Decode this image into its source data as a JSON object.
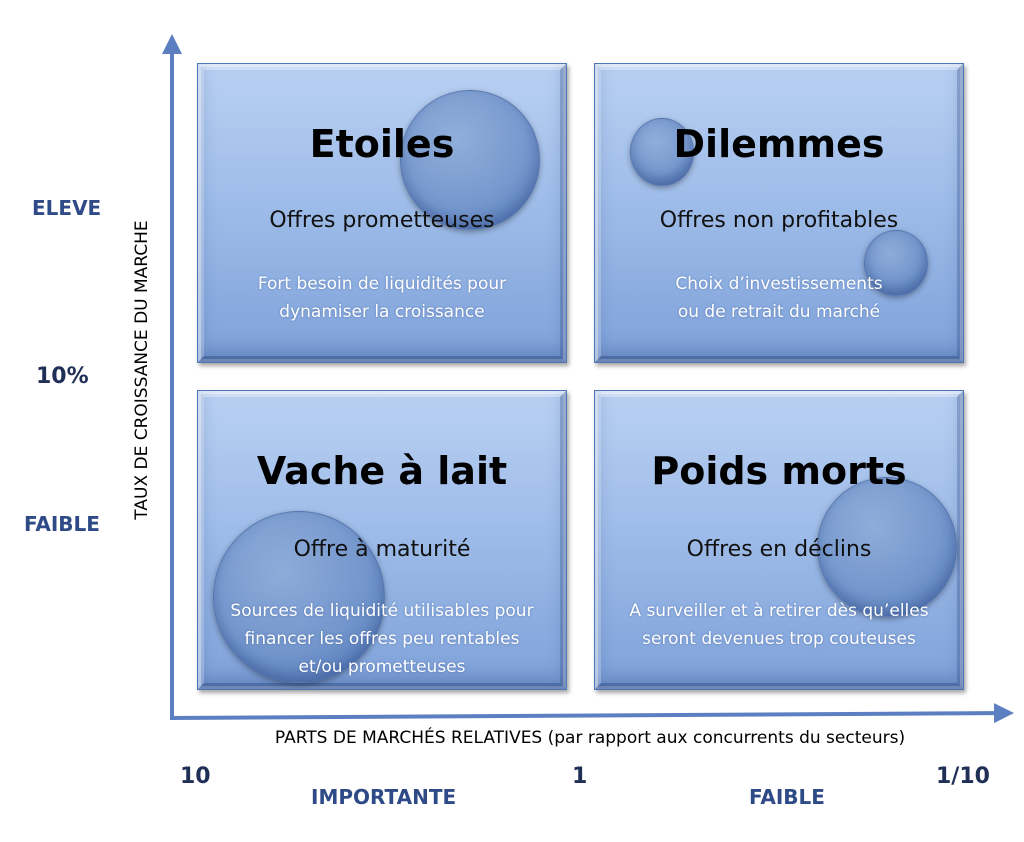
{
  "y_axis": {
    "title": "TAUX DE CROISSANCE DU MARCHE",
    "labels": {
      "high": "ELEVE",
      "mid": "10%",
      "low": "FAIBLE"
    }
  },
  "x_axis": {
    "title": "PARTS DE MARCHÉS RELATIVES (par rapport aux concurrents du secteurs)",
    "ticks": {
      "left": "10",
      "middle": "1",
      "right": "1/10"
    },
    "labels": {
      "left": "IMPORTANTE",
      "right": "FAIBLE"
    }
  },
  "quadrants": {
    "top_left": {
      "title": "Etoiles",
      "subtitle": "Offres prometteuses",
      "description": [
        "Fort besoin de liquidités pour",
        "dynamiser la croissance"
      ]
    },
    "top_right": {
      "title": "Dilemmes",
      "subtitle": "Offres non profitables",
      "description": [
        "Choix d’investissements",
        "ou de retrait du marché"
      ]
    },
    "bottom_left": {
      "title": "Vache à lait",
      "subtitle": "Offre à maturité",
      "description": [
        "Sources de liquidité utilisables pour",
        "financer les offres peu rentables",
        "et/ou prometteuses"
      ]
    },
    "bottom_right": {
      "title": "Poids morts",
      "subtitle": "Offres en déclins",
      "description": [
        "A surveiller et à retirer dès qu’elles",
        "seront devenues trop couteuses"
      ]
    }
  },
  "colors": {
    "axis": "#5b7fc0",
    "quadrant_top": "#b9d0f2",
    "quadrant_bottom": "#7ea1d9",
    "label": "#2f4b87"
  }
}
